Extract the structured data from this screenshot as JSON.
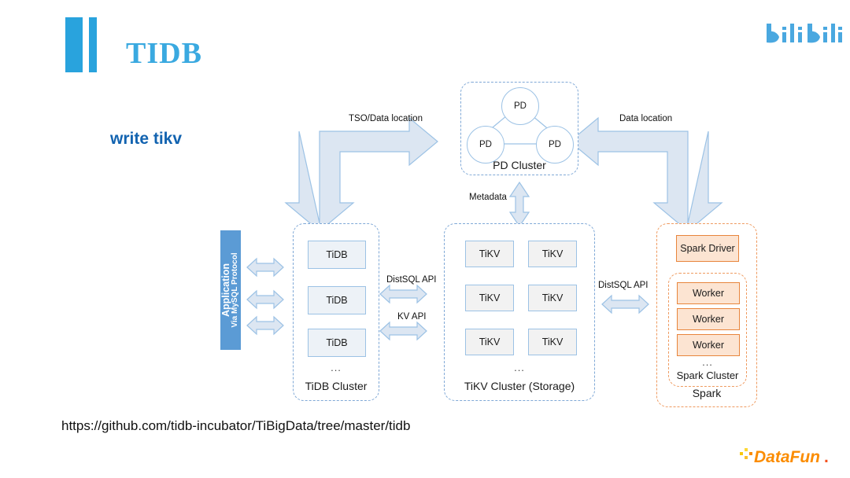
{
  "header": {
    "title": "TIDB",
    "brand_logo": "bilibili-logo",
    "brand_text": "bilibili",
    "accent_color": "#29a3dd"
  },
  "subtitle": "write tikv",
  "diagram": {
    "pd_cluster": {
      "label": "PD Cluster",
      "nodes": [
        "PD",
        "PD",
        "PD"
      ]
    },
    "tidb_cluster": {
      "label": "TiDB Cluster",
      "nodes": [
        "TiDB",
        "TiDB",
        "TiDB"
      ],
      "ellipsis": "..."
    },
    "tikv_cluster": {
      "label": "TiKV Cluster (Storage)",
      "nodes": [
        "TiKV",
        "TiKV",
        "TiKV",
        "TiKV",
        "TiKV",
        "TiKV"
      ],
      "ellipsis": "..."
    },
    "spark": {
      "outer_label": "Spark",
      "driver": "Spark Driver",
      "inner_label": "Spark Cluster",
      "workers": [
        "Worker",
        "Worker",
        "Worker"
      ],
      "ellipsis": "..."
    },
    "application": {
      "line1": "Application",
      "line2": "Via MySQL Protocol"
    },
    "edge_labels": {
      "tso_data_location": "TSO/Data location",
      "data_location": "Data location",
      "metadata": "Metadata",
      "distsql_api_left": "DistSQL API",
      "kv_api": "KV API",
      "distsql_api_right": "DistSQL API"
    },
    "colors": {
      "arrow_fill": "#dce6f2",
      "arrow_stroke": "#9cc2e5",
      "blue_dashed": "#7fa8d6",
      "orange_dashed": "#ef9a5f",
      "orange_node": "#fce4d2",
      "application_bar": "#5b9bd5"
    }
  },
  "footer": {
    "source_url": "https://github.com/tidb-incubator/TiBigData/tree/master/tidb",
    "watermark": "DataFun."
  }
}
